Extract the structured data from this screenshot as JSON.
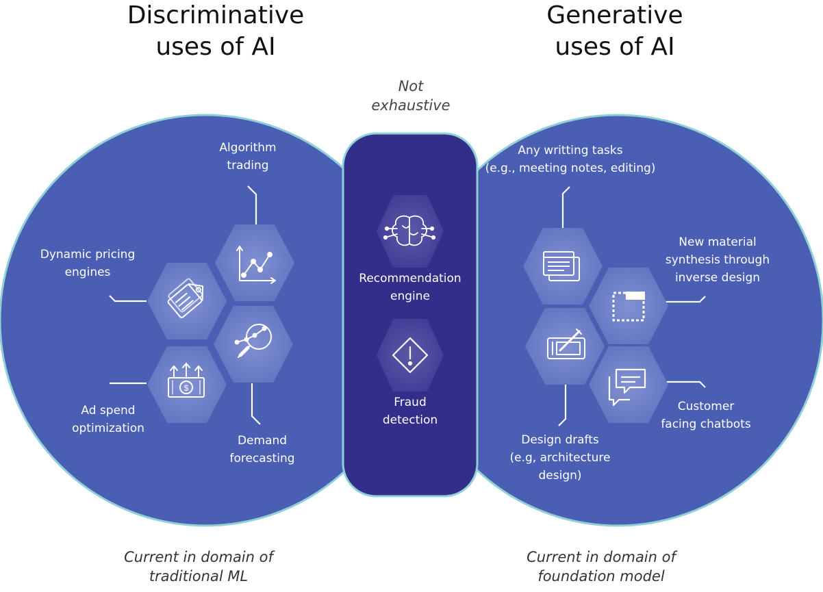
{
  "colors": {
    "circle_fill": "#4a5fb3",
    "circle_stroke": "#8fd0d6",
    "center_fill": "#322e8a",
    "hex_fill": "#6b7dc6",
    "text_on_dark": "#ffffff"
  },
  "note": {
    "line1": "Not",
    "line2": "exhaustive"
  },
  "left": {
    "heading": {
      "line1": "Discriminative",
      "line2": "uses of AI"
    },
    "caption": {
      "line1": "Current in domain of",
      "line2": "traditional ML"
    },
    "items": {
      "algorithm": {
        "line1": "Algorithm",
        "line2": "trading",
        "icon": "line-chart-icon"
      },
      "pricing": {
        "line1": "Dynamic pricing",
        "line2": "engines",
        "icon": "price-tag-icon"
      },
      "forecast": {
        "line1": "Demand",
        "line2": "forecasting",
        "icon": "magnifier-chart-icon"
      },
      "adspend": {
        "line1": "Ad spend",
        "line2": "optimization",
        "icon": "money-arrows-icon"
      }
    }
  },
  "center": {
    "recommendation": {
      "line1": "Recommendation",
      "line2": "engine",
      "icon": "brain-circuit-icon"
    },
    "fraud": {
      "line1": "Fraud",
      "line2": "detection",
      "icon": "warning-diamond-icon"
    }
  },
  "right": {
    "heading": {
      "line1": "Generative",
      "line2": "uses of AI"
    },
    "caption": {
      "line1": "Current in domain of",
      "line2": "foundation model"
    },
    "items": {
      "writing": {
        "line1": "Any writting tasks",
        "line2": "(e.g., meeting notes, editing)",
        "icon": "documents-icon"
      },
      "material": {
        "line1": "New material",
        "line2": "synthesis through",
        "line3": "inverse design",
        "icon": "dashed-square-icon"
      },
      "design": {
        "line1": "Design drafts",
        "line2": "(e.g, architecture",
        "line3": "design)",
        "icon": "drawing-tablet-icon"
      },
      "chatbots": {
        "line1": "Customer",
        "line2": "facing chatbots",
        "icon": "chat-bubbles-icon"
      }
    }
  }
}
